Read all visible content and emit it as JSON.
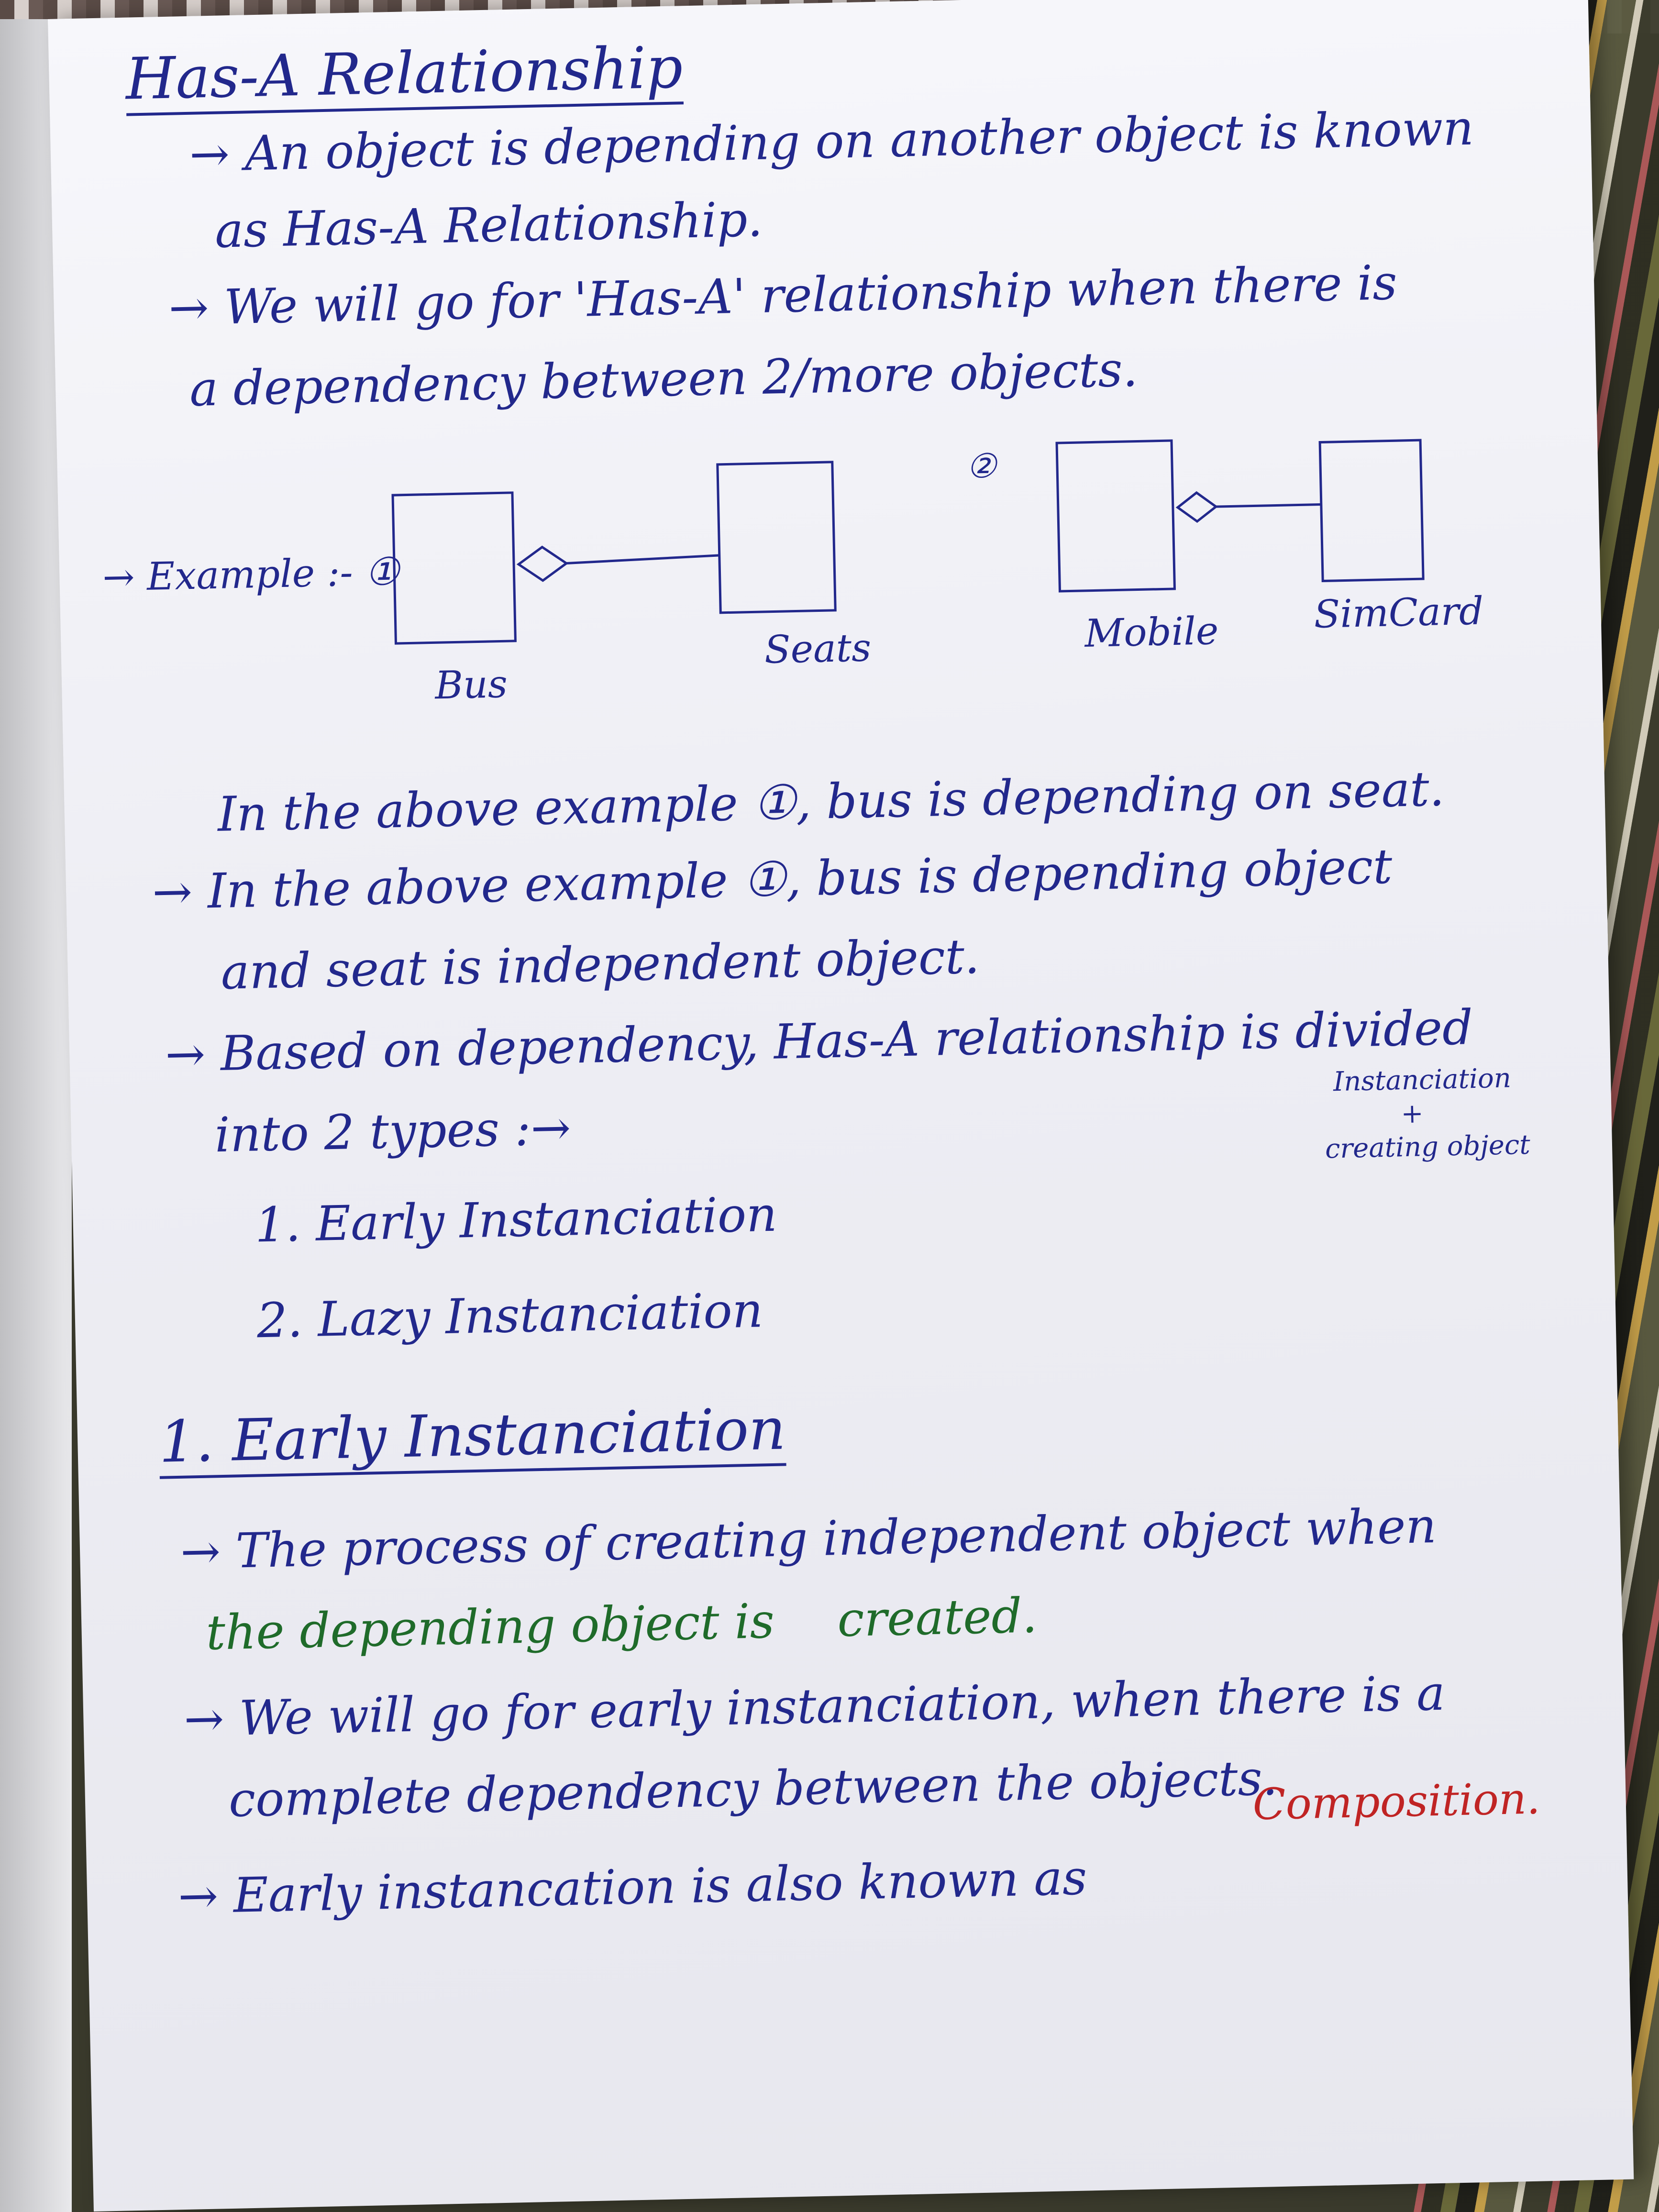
{
  "notes": {
    "title": "Has-A Relationship",
    "p1_line1": "→ An object is depending on another object is known",
    "p1_line2": "as Has-A Relationship.",
    "p2_line1": "→ We will go for 'Has-A' relationship when there is",
    "p2_line2": "a dependency between 2/more objects.",
    "example_label": "→ Example :- ①",
    "example_two_marker": "②",
    "diagram": {
      "bus": "Bus",
      "seats": "Seats",
      "mobile": "Mobile",
      "simcard": "SimCard"
    },
    "p3_line1": "In the above example ①, bus is depending on seat.",
    "p3_line2": "→ In the above example ①, bus is depending object",
    "p3_line3": "and seat is independent object.",
    "p4_line1": "→ Based on dependency, Has-A relationship is divided",
    "p4_line2": "into 2 types :→",
    "type1": "1. Early Instanciation",
    "type2": "2. Lazy Instanciation",
    "side_note_line1": "Instanciation",
    "side_note_plus": "+",
    "side_note_line2": "creating object",
    "section_title": "1. Early Instanciation",
    "p5_line1_a": "→ The process of creating independent object when",
    "p5_line2_a": "the depending object is",
    "p5_line2_b": "created.",
    "p6_line1": "→ We will go for early instanciation, when there is a",
    "p6_line2": "complete dependency between the objects.",
    "p7_line1": "→ Early instancation is also known as",
    "p7_composition": "Composition."
  }
}
